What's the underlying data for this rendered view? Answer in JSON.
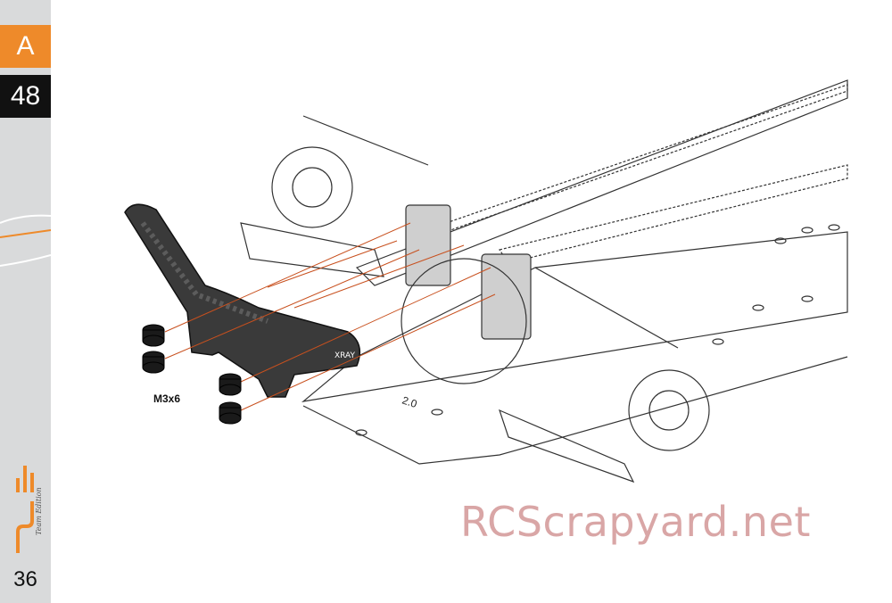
{
  "sidebar": {
    "section_letter": "A",
    "step_number": "48",
    "page_number": "36",
    "logo_name": "brand-logo",
    "logo_text": "Team Edition"
  },
  "diagram": {
    "screw_label": "M3x6",
    "chassis_marking": "2.0",
    "callout_line_color": "#c8501e",
    "part_name": "carbon-shock-tower"
  },
  "watermark": "RCScrapyard.net",
  "colors": {
    "section_tab": "#ee8a2a",
    "step_tab": "#111111",
    "sidebar": "#d9dadb",
    "watermark": "#d9a6a6"
  }
}
